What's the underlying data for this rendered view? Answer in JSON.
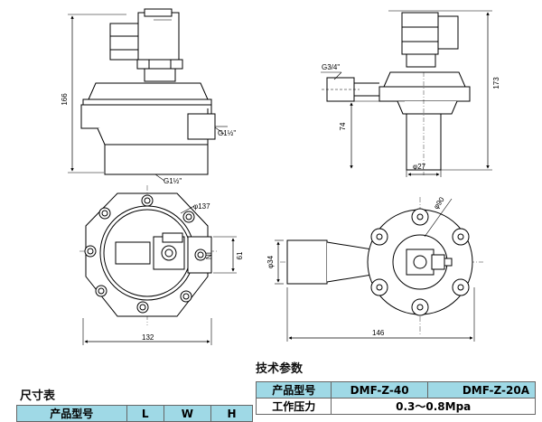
{
  "drawing": {
    "front_view": {
      "height_dim": "166",
      "port_outlet": "G1½\"",
      "port_inlet": "G1½\""
    },
    "side_view": {
      "pilot_port": "G3/4\"",
      "height_dim": "173",
      "stem_dim": "74",
      "stem_diameter": "φ27"
    },
    "top_view": {
      "flange_diameter": "φ137",
      "width_dim": "132",
      "depth_dim": "61",
      "inlet_label": "IN"
    },
    "bottom_view": {
      "flange_diameter": "φ90",
      "inlet_diameter": "φ34",
      "length_dim": "146"
    }
  },
  "dimension_table": {
    "title": "尺寸表",
    "headers": [
      "产品型号",
      "L",
      "W",
      "H"
    ]
  },
  "tech_params": {
    "title": "技术参数",
    "header": [
      "产品型号",
      "DMF-Z-40",
      "DMF-Z-20A"
    ],
    "row1": [
      "工作压力",
      "0.3～0.8Mpa"
    ]
  },
  "colors": {
    "table_header": "#9fd9e6",
    "line": "#000000"
  }
}
